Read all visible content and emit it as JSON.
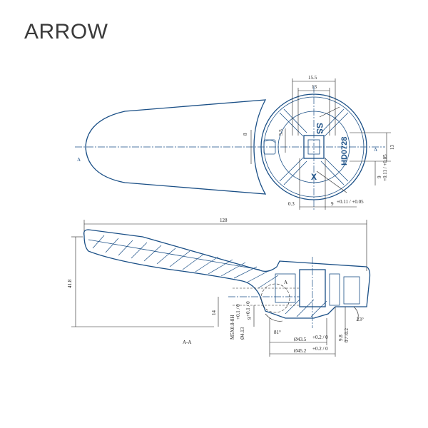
{
  "brand": {
    "title": "ARROW"
  },
  "top_view": {
    "dims": {
      "width_outer": "15.5",
      "width_inner": "13",
      "side_8": "8",
      "side_5_5": "5.5",
      "right_13": "13",
      "gap_0_3": "0.3",
      "bore_9": "9",
      "bore_tol": "+0.11 / +0.05",
      "right_9": "9",
      "right_9_tol": "+0.11 / +0.05",
      "arrow_A": "A"
    },
    "markings": {
      "ss": "SS",
      "code": "HD0728",
      "x_mark": "X"
    }
  },
  "section_view": {
    "dims": {
      "length": "128",
      "height": "41.8",
      "h_14": "14",
      "h_9": "9",
      "thread": "M5X0.8-8H",
      "thread_tol": "+0.1 / 0",
      "d_4_13": "Ø4.13",
      "d_4_13_tol": "+0.1 / 0",
      "angle_81": "81°",
      "d_43_5": "Ø43.5",
      "d_43_5_tol": "+0.2 / 0",
      "d_45_2": "Ø45.2",
      "d_45_2_tol": "+0.2 / 0",
      "d_9_8": "9.8",
      "d_9_8_tol": "0 / -0.2",
      "angle_23": "23°",
      "section_label": "A-A",
      "detail_A": "A"
    }
  },
  "colors": {
    "line": "#1a4f86",
    "text": "#222222",
    "brand": "#3a3a3a"
  }
}
